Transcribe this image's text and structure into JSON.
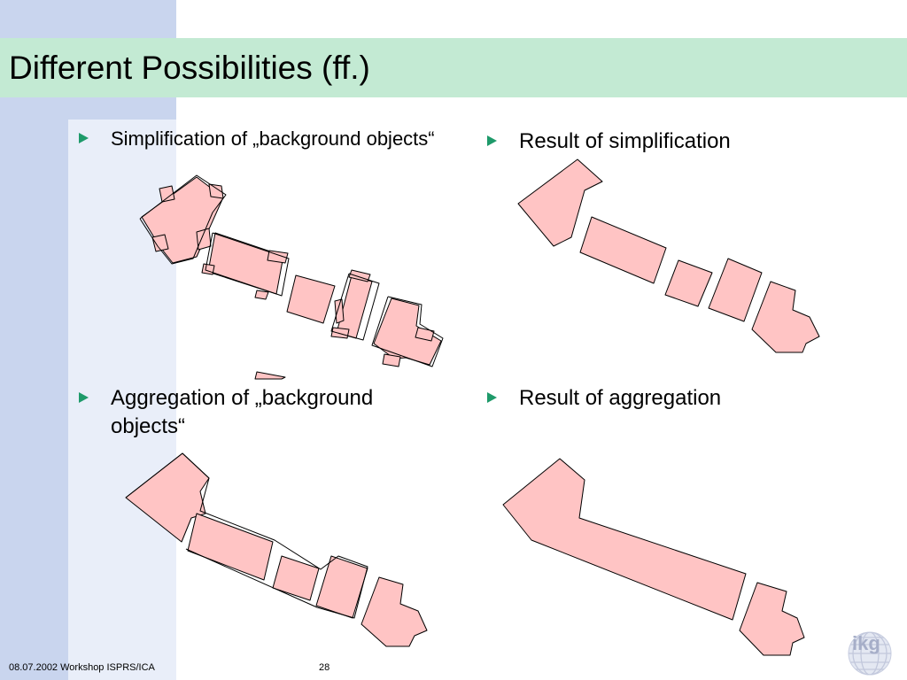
{
  "slide": {
    "title": "Different Possibilities (ff.)",
    "bullets": [
      {
        "text": "Simplification of „background objects“"
      },
      {
        "text": "Result of simplification"
      },
      {
        "text": "Aggregation of „background objects“"
      },
      {
        "text": "Result of aggregation"
      }
    ]
  },
  "footer": {
    "date_event": "08.07.2002 Workshop ISPRS/ICA",
    "page": "28"
  },
  "logo": {
    "text": "ikg"
  },
  "colors": {
    "building_fill": "#ffc4c4",
    "title_band": "#c3ead3",
    "side_band": "#c9d5ee",
    "bullet": "#1e9a6a"
  }
}
